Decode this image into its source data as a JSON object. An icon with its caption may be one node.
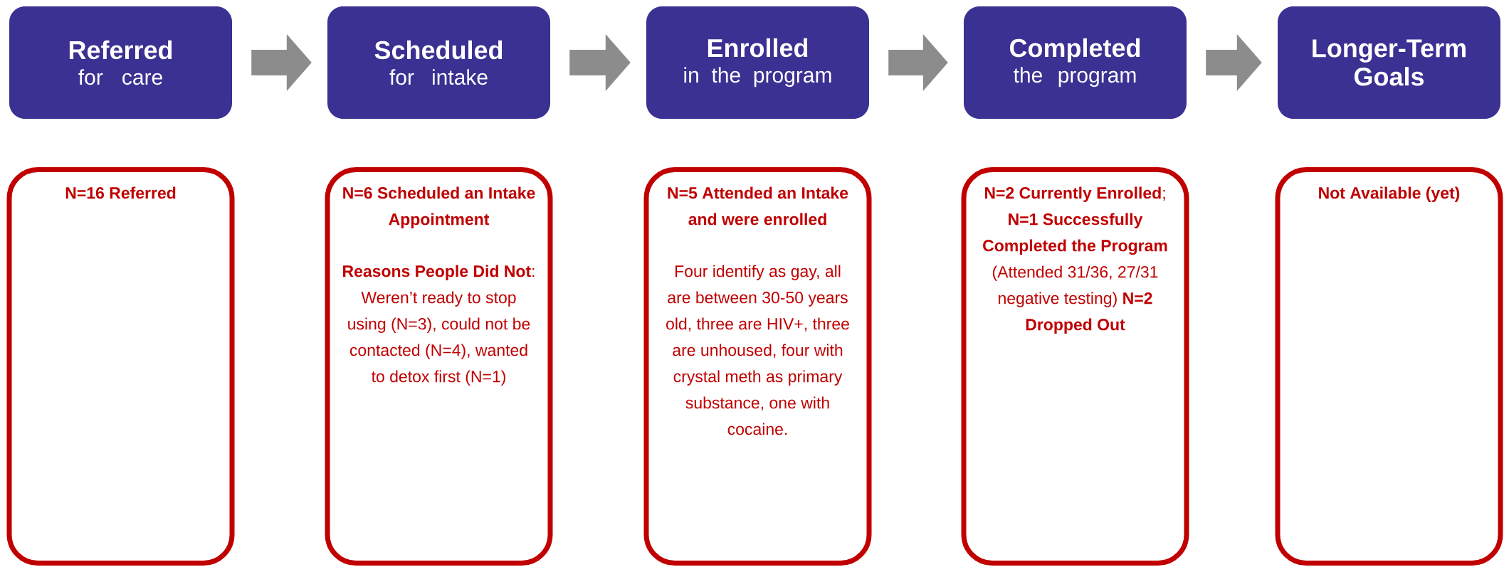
{
  "diagram": {
    "nodes": [
      {
        "text": [
          "Referred",
          "for care"
        ]
      },
      {
        "text": [
          "Scheduled",
          "for intake"
        ]
      },
      {
        "text": [
          "Enrolled",
          "in the program"
        ]
      },
      {
        "text": [
          "Completed",
          "the program"
        ]
      },
      {
        "text": [
          "Longer-Term Goals"
        ]
      },
      {
        "text": [
          "N=16 Referred"
        ]
      },
      {
        "text": [
          "N=6 Scheduled an Intake Appointment",
          "**Reasons People Did Not**: Weren’t ready to stop using (N=3), could not be contacted (N=4), wanted to detox first (N=1)"
        ]
      },
      {
        "text": [
          "N=5 Attended an Intake and were enrolled",
          "Four identify as gay, all are between 30-50 years old, three are HIV+, three are unhoused, four with crystal meth as primary substance, one with cocaine."
        ]
      },
      {
        "text": [
          "**N=2 Currently Enrolled**; **N=1 Successfully Completed the Program** (Attended 31/36, 27/31 negative testing) **N=2 Dropped Out**"
        ]
      },
      {
        "text": [
          "Not Available (yet)"
        ]
      }
    ],
    "edges": [
      {
        "from": 0,
        "to": 1,
        "arrow": "to"
      },
      {
        "from": 1,
        "to": 2,
        "arrow": "to"
      },
      {
        "from": 2,
        "to": 3,
        "arrow": "to"
      },
      {
        "from": 3,
        "to": 4,
        "arrow": "to"
      }
    ]
  }
}
